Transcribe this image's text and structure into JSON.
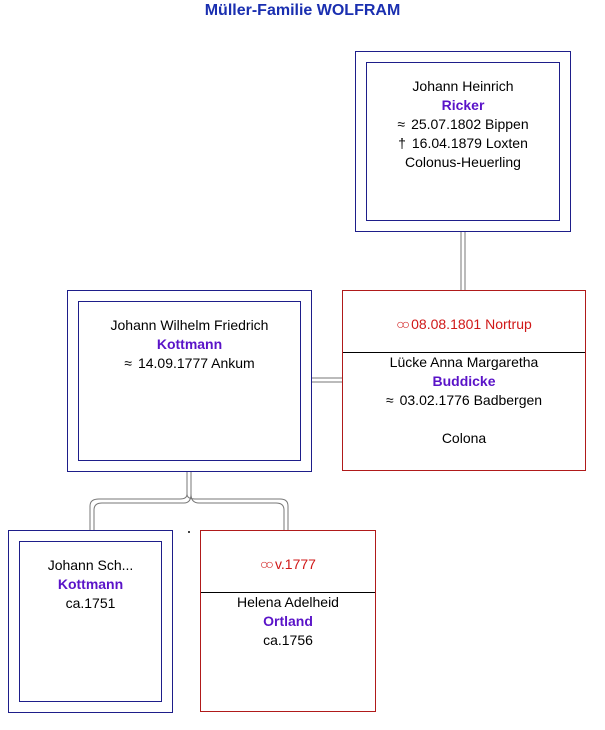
{
  "title": "Müller-Familie WOLFRAM",
  "persons": {
    "ricker": {
      "given": "Johann Heinrich",
      "surname": "Ricker",
      "baptism_symbol": "≈",
      "baptism": "25.07.1802 Bippen",
      "death_symbol": "†",
      "death": "16.04.1879 Loxten",
      "occupation": "Colonus-Heuerling"
    },
    "kottmann_jwf": {
      "given": "Johann Wilhelm Friedrich",
      "surname": "Kottmann",
      "baptism_symbol": "≈",
      "baptism": "14.09.1777 Ankum"
    },
    "kottmann_js": {
      "given": "Johann Sch...",
      "surname": "Kottmann",
      "birth": "ca.1751"
    }
  },
  "spouses": {
    "buddicke": {
      "marriage_symbol": "∞",
      "marriage": "08.08.1801 Nortrup",
      "given": "Lücke Anna Margaretha",
      "surname": "Buddicke",
      "baptism_symbol": "≈",
      "baptism": "03.02.1776 Badbergen",
      "occupation": "Colona"
    },
    "ortland": {
      "marriage_symbol": "∞",
      "marriage": "v.1777",
      "given": "Helena Adelheid",
      "surname": "Ortland",
      "birth": "ca.1756"
    }
  },
  "colors": {
    "title": "#1a2fb0",
    "person_border": "#1e1e8a",
    "spouse_border": "#b01a1a",
    "surname": "#5a13c8",
    "marriage": "#d01818"
  }
}
